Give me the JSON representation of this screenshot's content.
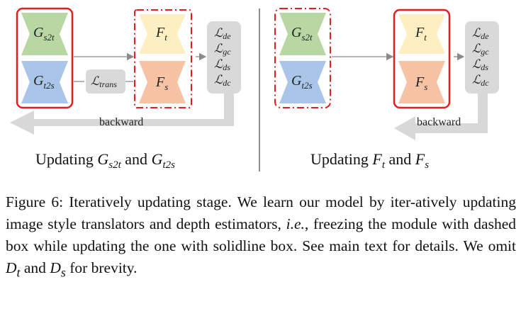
{
  "left": {
    "g_s2t": "G",
    "g_s2t_sub": "s2t",
    "g_t2s": "G",
    "g_t2s_sub": "t2s",
    "f_t": "F",
    "f_t_sub": "t",
    "f_s": "F",
    "f_s_sub": "s",
    "l_trans": "ℒ",
    "l_trans_sub": "trans",
    "losses": [
      {
        "sym": "ℒ",
        "sub": "de"
      },
      {
        "sym": "ℒ",
        "sub": "gc"
      },
      {
        "sym": "ℒ",
        "sub": "ds"
      },
      {
        "sym": "ℒ",
        "sub": "dc"
      }
    ],
    "backward": "backward",
    "subtitle": "Updating G_s2t and G_t2s"
  },
  "right": {
    "g_s2t": "G",
    "g_s2t_sub": "s2t",
    "g_t2s": "G",
    "g_t2s_sub": "t2s",
    "f_t": "F",
    "f_t_sub": "t",
    "f_s": "F",
    "f_s_sub": "s",
    "losses": [
      {
        "sym": "ℒ",
        "sub": "de"
      },
      {
        "sym": "ℒ",
        "sub": "gc"
      },
      {
        "sym": "ℒ",
        "sub": "ds"
      },
      {
        "sym": "ℒ",
        "sub": "dc"
      }
    ],
    "backward": "backward",
    "subtitle": "Updating F_t and F_s"
  },
  "colors": {
    "green": "#b8d7a2",
    "blue": "#a9c5e8",
    "yellow": "#fdefc2",
    "orange": "#f6c4a4",
    "gray": "#d6d6d6",
    "red": "#e02020"
  },
  "caption": {
    "text_1": "Figure 6: Iteratively updating stage. We learn our model by iter-atively updating image style translators and depth estimators, ",
    "ie": "i.e.",
    "text_2": ", freezing the module with dashed box while updating the one with solidline box. See main text for details. We omit ",
    "d_t": "D",
    "d_t_sub": "t",
    "text_3": " and ",
    "d_s": "D",
    "d_s_sub": "s",
    "text_4": " for brevity."
  }
}
